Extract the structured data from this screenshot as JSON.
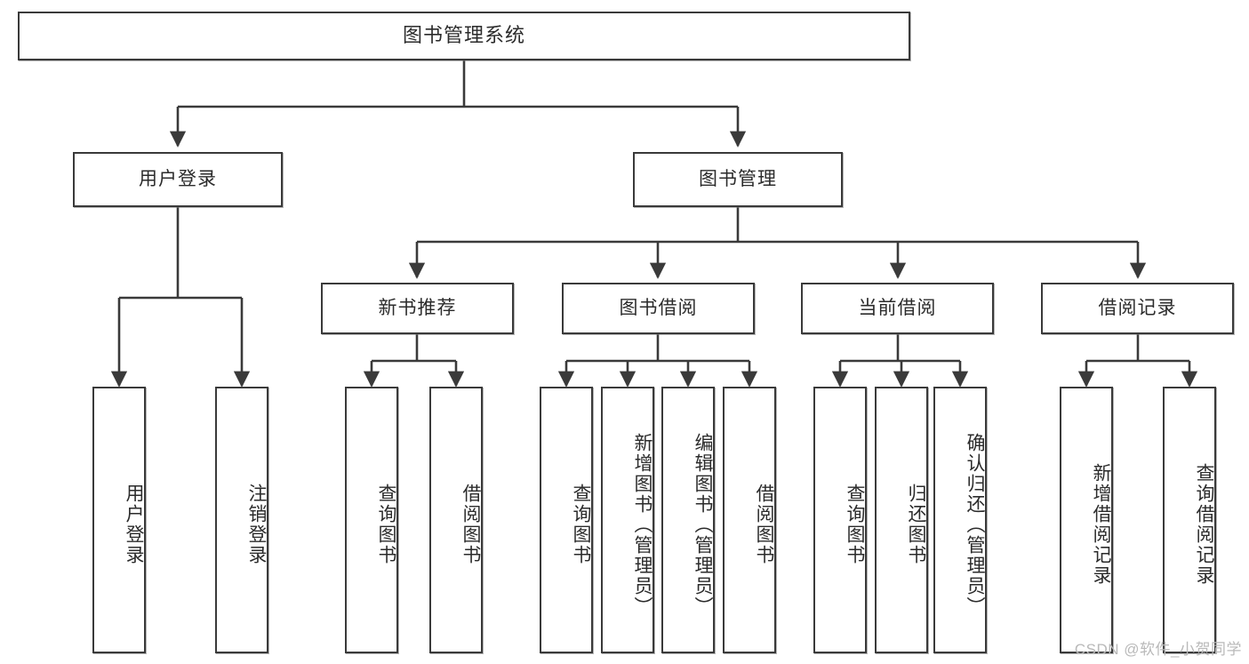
{
  "diagram": {
    "type": "tree-hierarchy-chart",
    "title": "图书管理系统",
    "watermark": "CSDN @软件_小贺同学",
    "colors": {
      "stroke": "#3a3a3a",
      "fill": "#ffffff",
      "text": "#2b2b2b",
      "watermark": "#b9b9b9"
    },
    "levels": {
      "root": {
        "label": "图书管理系统"
      },
      "level1": [
        {
          "label": "用户登录"
        },
        {
          "label": "图书管理"
        }
      ],
      "level2": [
        {
          "label": "新书推荐"
        },
        {
          "label": "图书借阅"
        },
        {
          "label": "当前借阅"
        },
        {
          "label": "借阅记录"
        }
      ],
      "leaves": {
        "user_login": [
          {
            "label": "用户登录"
          },
          {
            "label": "注销登录"
          }
        ],
        "new_book_recommend": [
          {
            "label": "查询图书"
          },
          {
            "label": "借阅图书"
          }
        ],
        "book_borrow": [
          {
            "label": "查询图书"
          },
          {
            "label": "新增图书（管理员）"
          },
          {
            "label": "编辑图书（管理员）"
          },
          {
            "label": "借阅图书"
          }
        ],
        "current_borrow": [
          {
            "label": "查询图书"
          },
          {
            "label": "归还图书"
          },
          {
            "label": "确认归还（管理员）"
          }
        ],
        "borrow_record": [
          {
            "label": "新增借阅记录"
          },
          {
            "label": "查询借阅记录"
          }
        ]
      }
    },
    "edges": [
      {
        "from": "图书管理系统",
        "to": "用户登录"
      },
      {
        "from": "图书管理系统",
        "to": "图书管理"
      },
      {
        "from": "用户登录",
        "to": "用户登录"
      },
      {
        "from": "用户登录",
        "to": "注销登录"
      },
      {
        "from": "图书管理",
        "to": "新书推荐"
      },
      {
        "from": "图书管理",
        "to": "图书借阅"
      },
      {
        "from": "图书管理",
        "to": "当前借阅"
      },
      {
        "from": "图书管理",
        "to": "借阅记录"
      },
      {
        "from": "新书推荐",
        "to": "查询图书"
      },
      {
        "from": "新书推荐",
        "to": "借阅图书"
      },
      {
        "from": "图书借阅",
        "to": "查询图书"
      },
      {
        "from": "图书借阅",
        "to": "新增图书（管理员）"
      },
      {
        "from": "图书借阅",
        "to": "编辑图书（管理员）"
      },
      {
        "from": "图书借阅",
        "to": "借阅图书"
      },
      {
        "from": "当前借阅",
        "to": "查询图书"
      },
      {
        "from": "当前借阅",
        "to": "归还图书"
      },
      {
        "from": "当前借阅",
        "to": "确认归还（管理员）"
      },
      {
        "from": "借阅记录",
        "to": "新增借阅记录"
      },
      {
        "from": "借阅记录",
        "to": "查询借阅记录"
      }
    ]
  }
}
